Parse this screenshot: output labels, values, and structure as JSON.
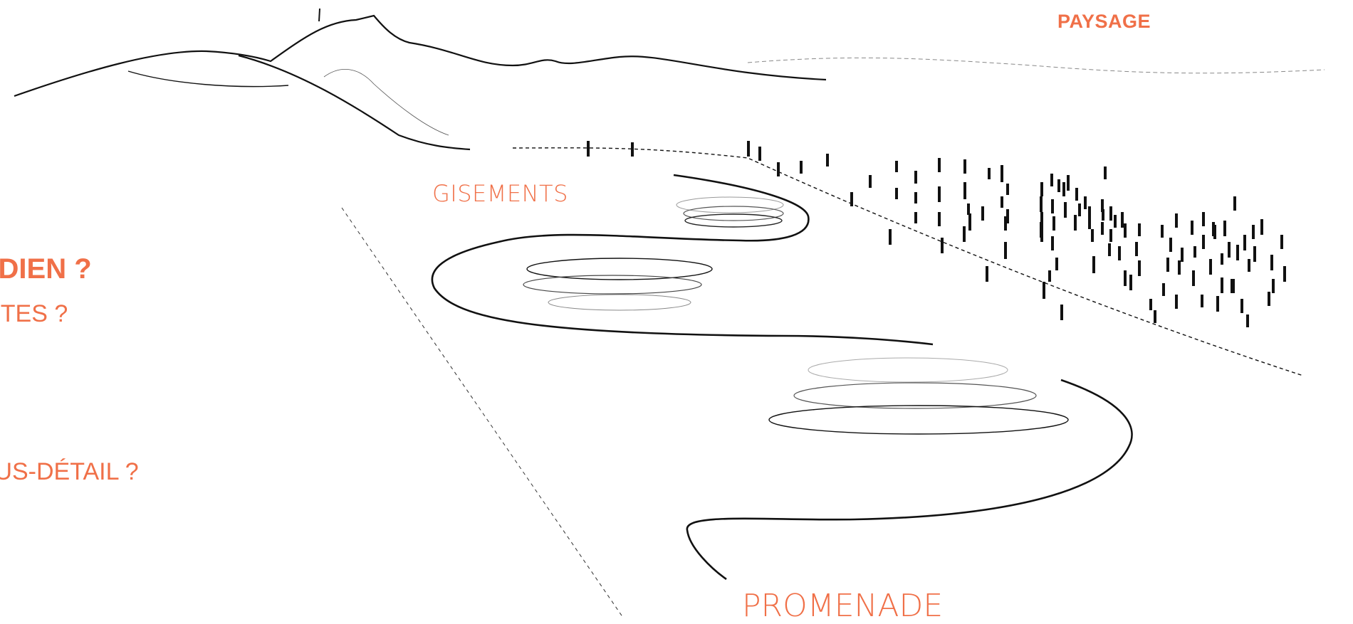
{
  "labels": {
    "paysage": "PAYSAGE",
    "gisements": "GISEMENTS",
    "promenade": "PROMENADE"
  },
  "side_questions": {
    "q1": "TIDIEN ?",
    "q2": "TTES ?",
    "q3": "OUS-DÉTAIL ?"
  },
  "colors": {
    "accent": "#f07048",
    "ink": "#111111"
  }
}
